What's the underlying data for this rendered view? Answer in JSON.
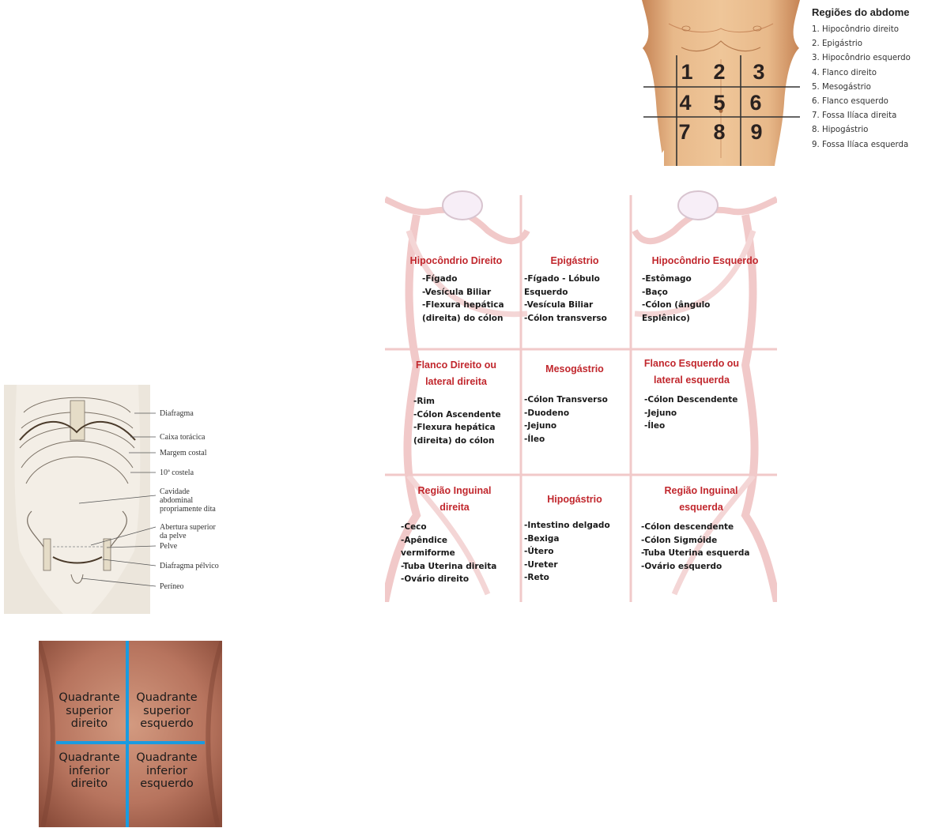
{
  "nine_regions": {
    "numbers": [
      "1",
      "2",
      "3",
      "4",
      "5",
      "6",
      "7",
      "8",
      "9"
    ],
    "legend_title": "Regiões do abdome",
    "legend_items": [
      "1. Hipocôndrio direito",
      "2. Epigástrio",
      "3. Hipocôndrio esquerdo",
      "4. Flanco direito",
      "5. Mesogástrio",
      "6. Flanco esquerdo",
      "7. Fossa Ilíaca direita",
      "8. Hipogástrio",
      "9. Fossa Ilíaca esquerda"
    ]
  },
  "cavity": {
    "labels": [
      "Diafragma",
      "Caixa torácica",
      "Margem costal",
      "10ª costela",
      "Cavidade\nabdominal\npropriamente dita",
      "Abertura superior\nda pelve",
      "Pelve",
      "Diafragma pélvico",
      "Períneo"
    ]
  },
  "organ_regions": {
    "cells": [
      {
        "title": "Hipocôndrio Direito",
        "organs": "-Fígado\n-Vesícula Biliar\n-Flexura hepática\n(direita) do cólon"
      },
      {
        "title": "Epigástrio",
        "organs": "-Fígado - Lóbulo\nEsquerdo\n-Vesícula Biliar\n-Cólon transverso"
      },
      {
        "title": "Hipocôndrio Esquerdo",
        "organs": "-Estômago\n-Baço\n-Cólon  (ângulo\nEsplênico)"
      },
      {
        "title": "Flanco Direito ou\nlateral direita",
        "organs": "-Rim\n-Cólon Ascendente\n-Flexura hepática\n(direita) do cólon"
      },
      {
        "title": "Mesogástrio",
        "organs": "-Cólon Transverso\n-Duodeno\n-Jejuno\n-Íleo"
      },
      {
        "title": "Flanco Esquerdo ou\nlateral esquerda",
        "organs": "-Cólon Descendente\n-Jejuno\n-Íleo"
      },
      {
        "title": "Região Inguinal\ndireita",
        "organs": "-Ceco\n-Apêndice\nvermiforme\n-Tuba Uterina direita\n-Ovário direito"
      },
      {
        "title": "Hipogástrio",
        "organs": "-Intestino delgado\n-Bexiga\n-Útero\n-Ureter\n-Reto"
      },
      {
        "title": "Região Inguinal\nesquerda",
        "organs": "-Cólon descendente\n-Cólon Sigmóide\n-Tuba Uterina esquerda\n-Ovário esquerdo"
      }
    ]
  },
  "quadrants": {
    "labels": [
      "Quadrante\nsuperior\ndireito",
      "Quadrante\nsuperior\nesquerdo",
      "Quadrante\ninferior\ndireito",
      "Quadrante\ninferior\nesquerdo"
    ]
  },
  "colors": {
    "skin": "#e6b888",
    "skin_dark": "#c9895c",
    "region_title": "#c1272d",
    "divider_pink": "#f1c9c9",
    "quadrant_line": "#1a9be0",
    "quadrant_skin": "#b7745e"
  }
}
